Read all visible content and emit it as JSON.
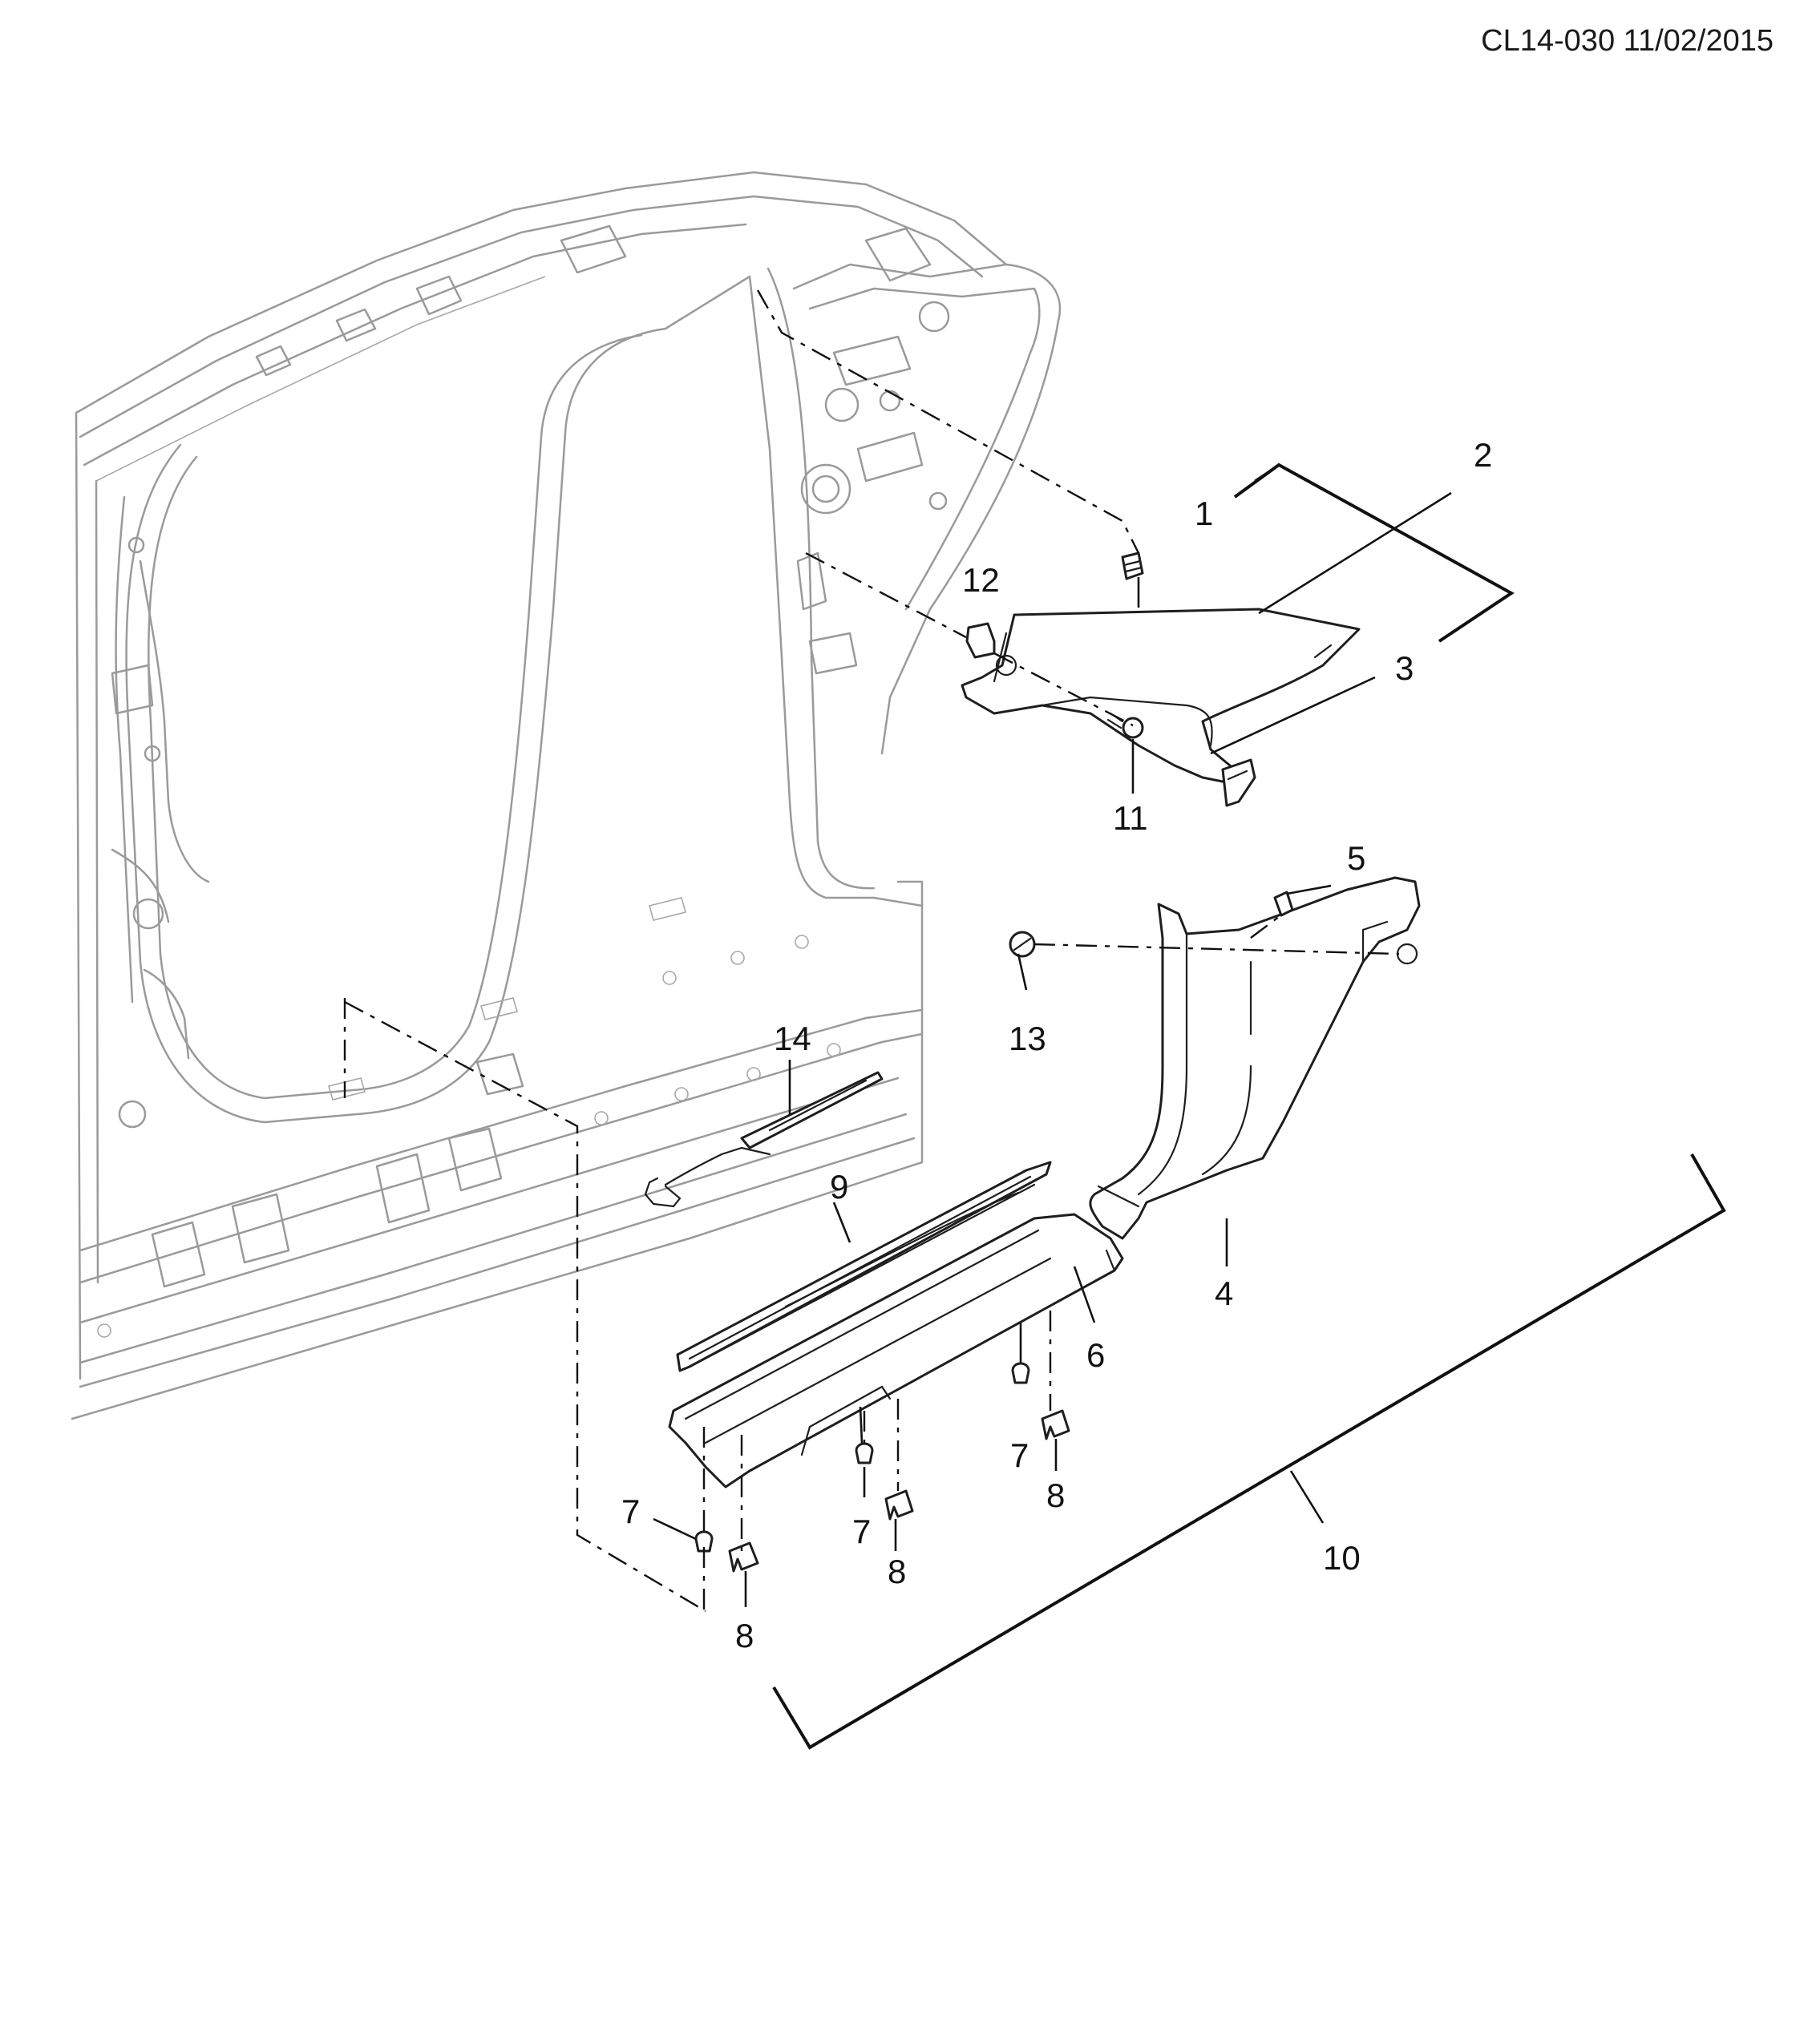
{
  "header": {
    "code": "CL14-030 11/02/2015"
  },
  "callouts": [
    {
      "id": "c1",
      "label": "1"
    },
    {
      "id": "c2",
      "label": "2"
    },
    {
      "id": "c3",
      "label": "3"
    },
    {
      "id": "c4",
      "label": "4"
    },
    {
      "id": "c5",
      "label": "5"
    },
    {
      "id": "c6",
      "label": "6"
    },
    {
      "id": "c7a",
      "label": "7"
    },
    {
      "id": "c7b",
      "label": "7"
    },
    {
      "id": "c7c",
      "label": "7"
    },
    {
      "id": "c8a",
      "label": "8"
    },
    {
      "id": "c8b",
      "label": "8"
    },
    {
      "id": "c8c",
      "label": "8"
    },
    {
      "id": "c9",
      "label": "9"
    },
    {
      "id": "c10",
      "label": "10"
    },
    {
      "id": "c11",
      "label": "11"
    },
    {
      "id": "c12",
      "label": "12"
    },
    {
      "id": "c13",
      "label": "13"
    },
    {
      "id": "c14",
      "label": "14"
    }
  ]
}
